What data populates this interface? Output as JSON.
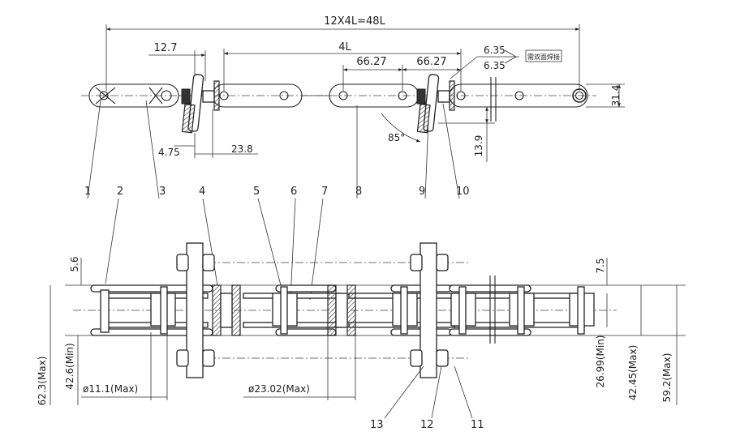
{
  "dimensions": {
    "overall_length": "12X4L=48L",
    "section_length": "4L",
    "pitch_1": "66.27",
    "pitch_2": "66.27",
    "flight_thickness_1": "12.7",
    "weld_1": "6.35",
    "weld_2": "6.35",
    "weld_note": "需双面焊接",
    "height": "31.4",
    "offset_small": "4.75",
    "offset_flight": "23.8",
    "angle": "85°",
    "depth": "13.9",
    "plate_gap": "5.6",
    "plate_gap_right": "7.5",
    "width_min_left": "42.6(Min)",
    "width_max_left": "62.3(Max)",
    "pin_dia": "ø11.1(Max)",
    "roller_dia": "ø23.02(Max)",
    "inner_width_min": "26.99(Min)",
    "inner_width_max": "42.45(Max)",
    "overall_width_max": "59.2(Max)"
  },
  "part_labels": [
    "1",
    "2",
    "3",
    "4",
    "5",
    "6",
    "7",
    "8",
    "9",
    "10",
    "11",
    "12",
    "13"
  ]
}
